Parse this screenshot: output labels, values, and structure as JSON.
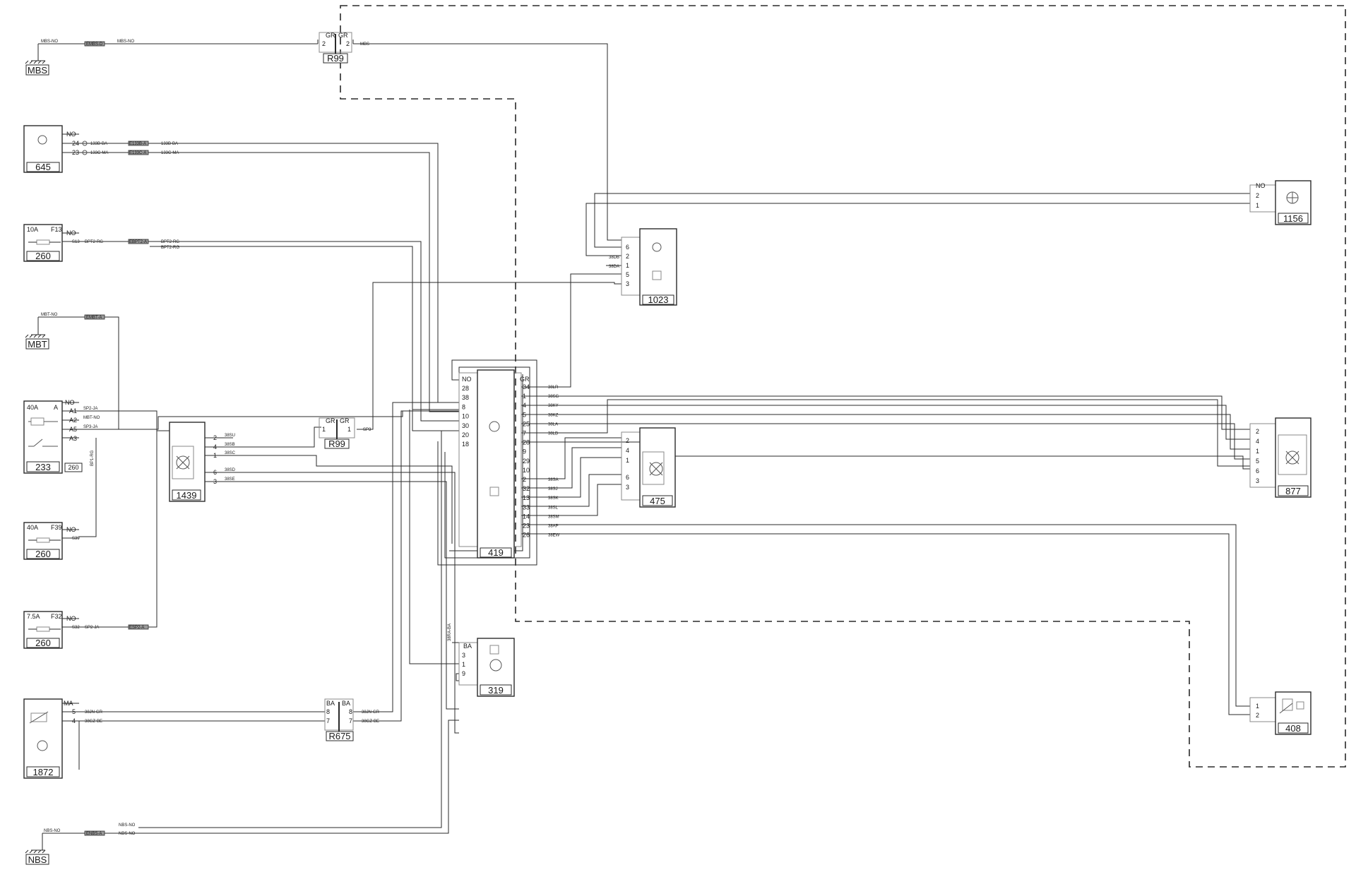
{
  "components": {
    "MBS": {
      "label": "MBS",
      "wire": "MBS-NO",
      "conn": "EMBS-D",
      "wire2": "MBS-NO"
    },
    "MBT": {
      "label": "MBT",
      "wire": "MBT-NO",
      "conn": "EMBT-A"
    },
    "NBS": {
      "label": "NBS",
      "wire": "NBS-NO",
      "conn": "ENBS-A",
      "wire_a": "NBS-NO",
      "wire_b": "NBS-NO"
    },
    "c645": {
      "label": "645",
      "gnd": "NO",
      "pins": [
        "24",
        "23"
      ],
      "wires": [
        "133B-BA",
        "133C-MA"
      ],
      "conns": [
        "E133B-A",
        "E133C-A"
      ],
      "wires2": [
        "133B-BA",
        "133C-MA"
      ]
    },
    "c260_f13": {
      "label": "260",
      "amp": "10A",
      "fuse": "F13",
      "gnd": "NO",
      "pin": "S13",
      "wire": "BPT2-RG",
      "conn": "EBPT2-A",
      "wires2": [
        "BPT2-RG",
        "BPT2-RG"
      ]
    },
    "c233": {
      "label": "233",
      "amp": "40A",
      "fuse": "A",
      "gnd": "NO",
      "pins": [
        "A1",
        "A2",
        "A5",
        "A3"
      ],
      "wires": [
        "SP2-JA",
        "MBT-NO",
        "SP3-JA"
      ],
      "sub": "260",
      "vwire": "BP1-RG"
    },
    "c260_f39": {
      "label": "260",
      "amp": "40A",
      "fuse": "F39",
      "gnd": "NO",
      "pin": "S39"
    },
    "c260_f32": {
      "label": "260",
      "amp": "7.5A",
      "fuse": "F32",
      "gnd": "NO",
      "pin": "S32",
      "wire": "SP2-JA",
      "conn": "ESP2-A"
    },
    "c1872": {
      "label": "1872",
      "gnd": "MA",
      "pins": [
        "5",
        "4"
      ],
      "wires": [
        "38JN-GR",
        "38GZ-BE"
      ]
    },
    "c1439": {
      "label": "1439",
      "pins": [
        "2",
        "4",
        "1",
        "6",
        "3"
      ],
      "wires": [
        "38SU",
        "38SB",
        "38SC",
        "38SD",
        "38SE"
      ]
    },
    "R99_top": {
      "label": "R99",
      "left": "GR",
      "right": "GR",
      "lpin": "2",
      "rpin": "2",
      "wire": "MBS"
    },
    "R99_mid": {
      "label": "R99",
      "left": "GR",
      "right": "GR",
      "lpin": "1",
      "rpin": "1",
      "wire": "SP3"
    },
    "R675": {
      "label": "R675",
      "left": "BA",
      "right": "BA",
      "lpins": [
        "8",
        "7"
      ],
      "rpins": [
        "8",
        "7"
      ],
      "wires": [
        "38JN-GR",
        "38GZ-BE"
      ]
    },
    "c319": {
      "label": "319",
      "gnd": "BA",
      "pins": [
        "3",
        "1",
        "9"
      ],
      "vwire": "38RA-BA"
    },
    "c419": {
      "label": "419",
      "lgnd": "NO",
      "rgnd": "GR",
      "lpins": [
        "28",
        "38",
        "8",
        "10",
        "30",
        "20",
        "18"
      ],
      "rpins": [
        "34",
        "1",
        "4",
        "5",
        "25",
        "7",
        "28",
        "9",
        "29",
        "10",
        "2",
        "32",
        "13",
        "33",
        "14",
        "23",
        "26"
      ],
      "rwires": [
        "38LR",
        "38SG",
        "38KY",
        "38KZ",
        "38LA",
        "38LB",
        "",
        "",
        "",
        "",
        "38SA",
        "38SJ",
        "38SK",
        "38SL",
        "38SM",
        "38AP",
        "38EW"
      ]
    },
    "c475": {
      "label": "475",
      "pins": [
        "2",
        "4",
        "1",
        "6",
        "3"
      ]
    },
    "c1023": {
      "label": "1023",
      "pins": [
        "6",
        "2",
        "1",
        "5",
        "3"
      ],
      "wires": [
        "38DB",
        "38DA"
      ]
    },
    "c1156": {
      "label": "1156",
      "gnd": "NO",
      "pins": [
        "2",
        "1"
      ]
    },
    "c877": {
      "label": "877",
      "pins": [
        "2",
        "4",
        "1",
        "5",
        "6",
        "3"
      ]
    },
    "c408": {
      "label": "408",
      "pins": [
        "1",
        "2"
      ]
    }
  }
}
